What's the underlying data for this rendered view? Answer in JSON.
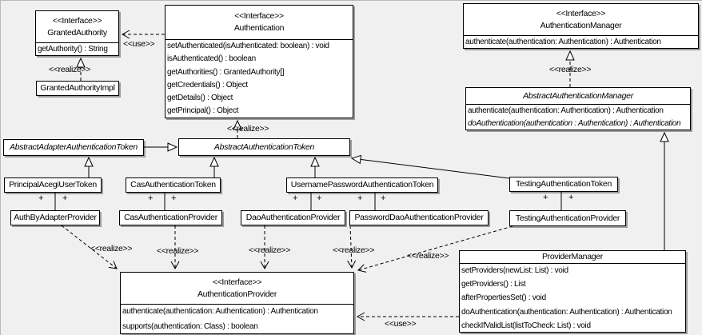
{
  "labels": {
    "use": "&lt;&lt;use&gt;&gt;",
    "realize": "&lt;&lt;realize&gt;&gt;",
    "plus": "+",
    "interface_stereotype": "&lt;&lt;Interface&gt;&gt;"
  },
  "labels_plain": {
    "use": "<<use>>",
    "realize": "<<realize>>",
    "plus": "+"
  },
  "colors": {
    "background": "#f0f0f0",
    "box_fill": "#ffffff",
    "line": "#000000",
    "shadow": "#aaaaaa"
  },
  "classes": {
    "granted_authority": {
      "stereotype": "<<Interface>>",
      "name": "GrantedAuthority",
      "methods": [
        "getAuthority() : String"
      ]
    },
    "granted_authority_impl": {
      "name": "GrantedAuthorityImpl"
    },
    "authentication": {
      "stereotype": "<<Interface>>",
      "name": "Authentication",
      "methods": [
        "setAuthenticated(isAuthenticated: boolean) : void",
        "isAuthenticated() : boolean",
        "getAuthorities() : GrantedAuthority[]",
        "getCredentials() : Object",
        "getDetails() : Object",
        "getPrincipal() : Object"
      ]
    },
    "authentication_manager": {
      "stereotype": "<<Interface>>",
      "name": "AuthenticationManager",
      "methods": [
        "authenticate(authentication: Authentication) : Authentication"
      ]
    },
    "abstract_authentication_manager": {
      "name": "AbstractAuthenticationManager",
      "methods": [
        "authenticate(authentication: Authentication) : Authentication",
        "doAuthentication(authentication : Authentication) : Authentication"
      ]
    },
    "abstract_adapter_authentication_token": {
      "name": "AbstractAdapterAuthenticationToken"
    },
    "abstract_authentication_token": {
      "name": "AbstractAuthenticationToken"
    },
    "principal_acegi_user_token": {
      "name": "PrincipalAcegiUserToken"
    },
    "cas_authentication_token": {
      "name": "CasAuthenticationToken"
    },
    "username_password_authentication_token": {
      "name": "UsernamePasswordAuthenticationToken"
    },
    "testing_authentication_token": {
      "name": "TestingAuthenticationToken"
    },
    "auth_by_adapter_provider": {
      "name": "AuthByAdapterProvider"
    },
    "cas_authentication_provider": {
      "name": "CasAuthenticationProvider"
    },
    "dao_authentication_provider": {
      "name": "DaoAuthenticationProvider"
    },
    "password_dao_authentication_provider": {
      "name": "PasswordDaoAuthenticationProvider"
    },
    "testing_authentication_provider": {
      "name": "TestingAuthenticationProvider"
    },
    "authentication_provider": {
      "stereotype": "<<Interface>>",
      "name": "AuthenticationProvider",
      "methods": [
        "authenticate(authentication: Authentication) : Authentication",
        "supports(authentication: Class) : boolean"
      ]
    },
    "provider_manager": {
      "name": "ProviderManager",
      "methods": [
        "setProviders(newList: List) : void",
        "getProviders() : List",
        "afterPropertiesSet() : void",
        "doAuthentication(authentication: Authentication) : Authentication",
        "checkIfValidList(listToCheck: List) : void"
      ]
    }
  }
}
